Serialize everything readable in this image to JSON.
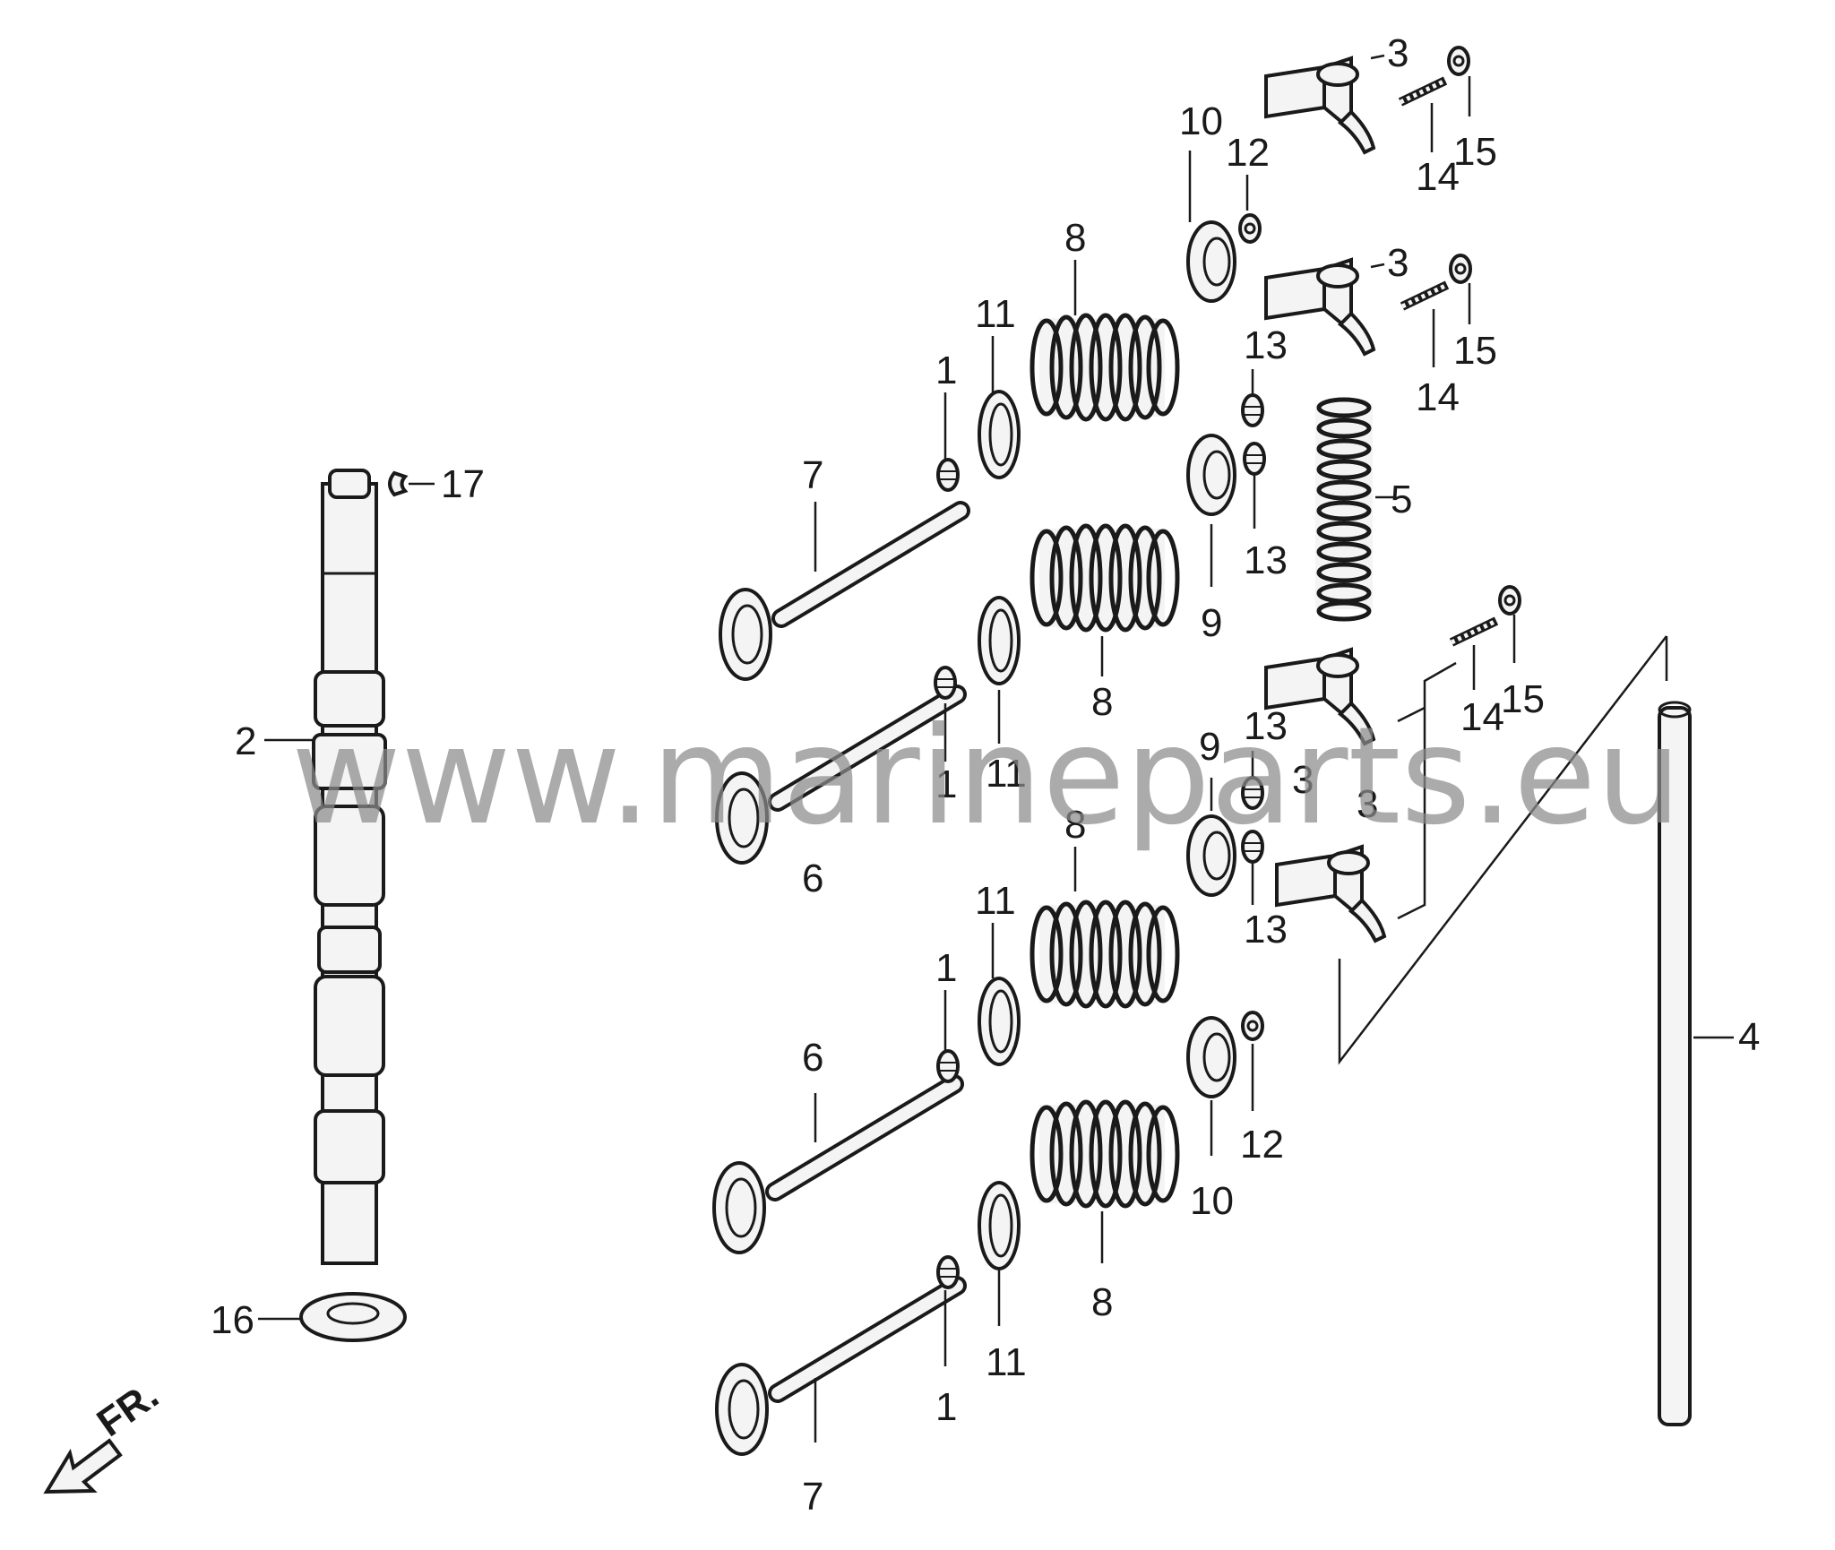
{
  "watermark": "www.marineparts.eu",
  "direction_label": "FR.",
  "callouts": {
    "c1a": "1",
    "c1b": "1",
    "c1c": "1",
    "c1d": "1",
    "c2": "2",
    "c3a": "3",
    "c3b": "3",
    "c3c": "3",
    "c3d": "3",
    "c4": "4",
    "c5": "5",
    "c6a": "6",
    "c6b": "6",
    "c7a": "7",
    "c7b": "7",
    "c8a": "8",
    "c8b": "8",
    "c8c": "8",
    "c8d": "8",
    "c9a": "9",
    "c9b": "9",
    "c10a": "10",
    "c10b": "10",
    "c11a": "11",
    "c11b": "11",
    "c11c": "11",
    "c11d": "11",
    "c12a": "12",
    "c12b": "12",
    "c13a": "13",
    "c13b": "13",
    "c13c": "13",
    "c13d": "13",
    "c14a": "14",
    "c14b": "14",
    "c14c": "14",
    "c15a": "15",
    "c15b": "15",
    "c15c": "15",
    "c16": "16",
    "c17": "17"
  }
}
